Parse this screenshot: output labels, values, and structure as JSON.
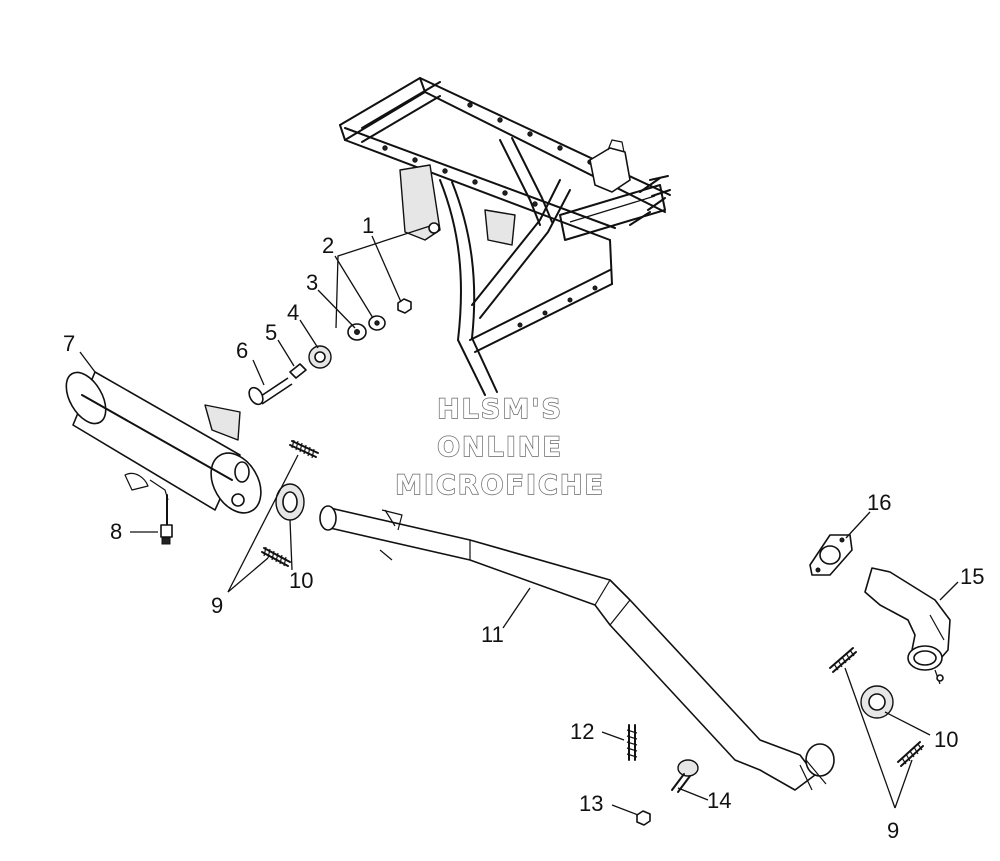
{
  "watermark": {
    "line1": "HLSM'S",
    "line2": "ONLINE",
    "line3": "MICROFICHE"
  },
  "callouts": {
    "p1": "1",
    "p2": "2",
    "p3": "3",
    "p4": "4",
    "p5": "5",
    "p6": "6",
    "p7": "7",
    "p8": "8",
    "p9a": "9",
    "p9b": "9",
    "p10a": "10",
    "p10b": "10",
    "p11": "11",
    "p12": "12",
    "p13": "13",
    "p14": "14",
    "p15": "15",
    "p16": "16"
  }
}
